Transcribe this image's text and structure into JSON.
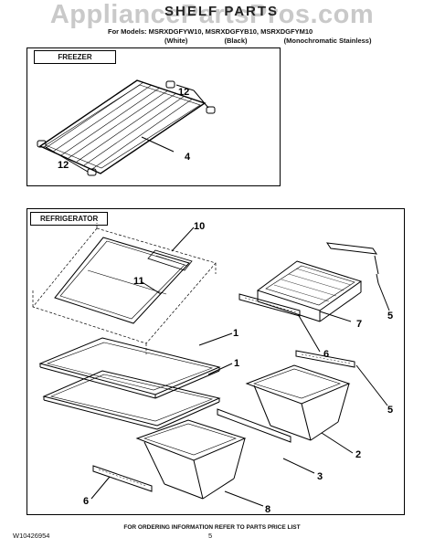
{
  "watermark": "AppliancePartsPros.com",
  "header": {
    "title": "SHELF PARTS",
    "subtitle": "For Models: MSRXDGFYW10, MSRXDGFYB10, MSRXDGFYM10",
    "variants": [
      "(White)",
      "(Black)",
      "(Monochromatic Stainless)"
    ]
  },
  "sections": {
    "freezer": "FREEZER",
    "refrigerator": "REFRIGERATOR"
  },
  "callouts": [
    "12",
    "4",
    "12",
    "10",
    "11",
    "7",
    "5",
    "1",
    "6",
    "1",
    "5",
    "2",
    "3",
    "6",
    "8"
  ],
  "footer": {
    "doc_number": "W10426954",
    "notice": "FOR ORDERING INFORMATION REFER TO PARTS PRICE LIST",
    "page": "5"
  }
}
